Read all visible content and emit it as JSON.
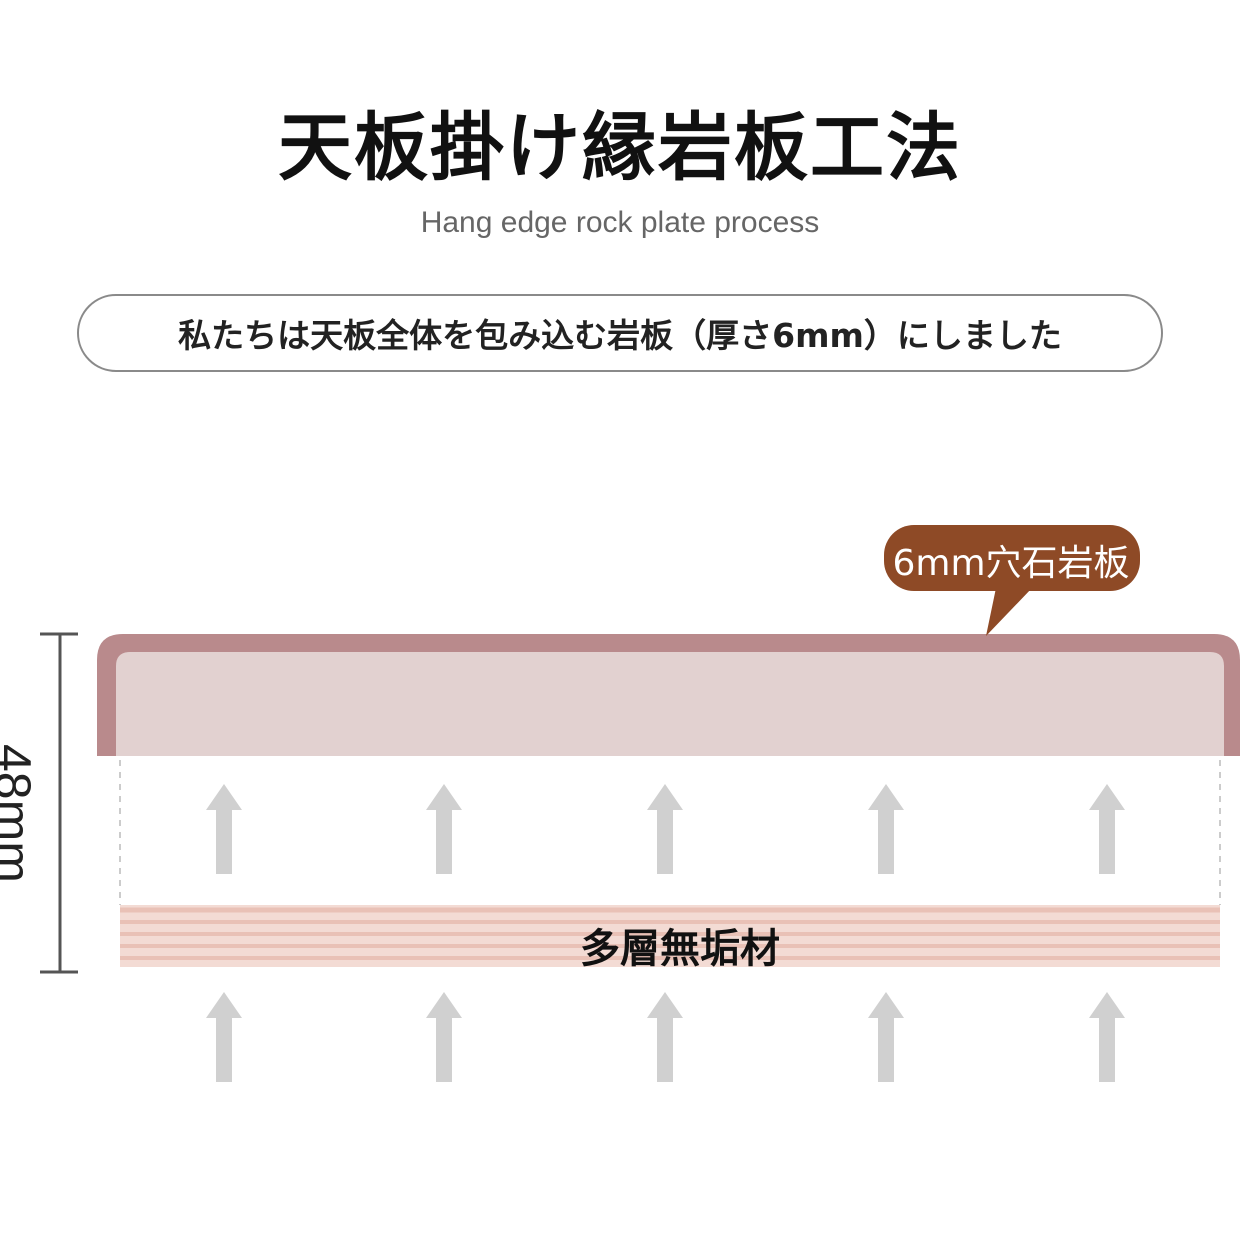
{
  "title": "天板掛け縁岩板工法",
  "subtitle": "Hang edge rock plate process",
  "banner": "私たちは天板全体を包み込む岩板（厚さ6mm）にしました",
  "callout": "6mm穴石岩板",
  "dimension": "48mm",
  "core_label": "多層無垢材",
  "colors": {
    "rock_plate_edge": "#b98a8c",
    "rock_plate_fill": "#e2d1d0",
    "callout_bg": "#8e4a26",
    "core_layers": "#efcdc5",
    "arrow": "#cfcfcf"
  }
}
